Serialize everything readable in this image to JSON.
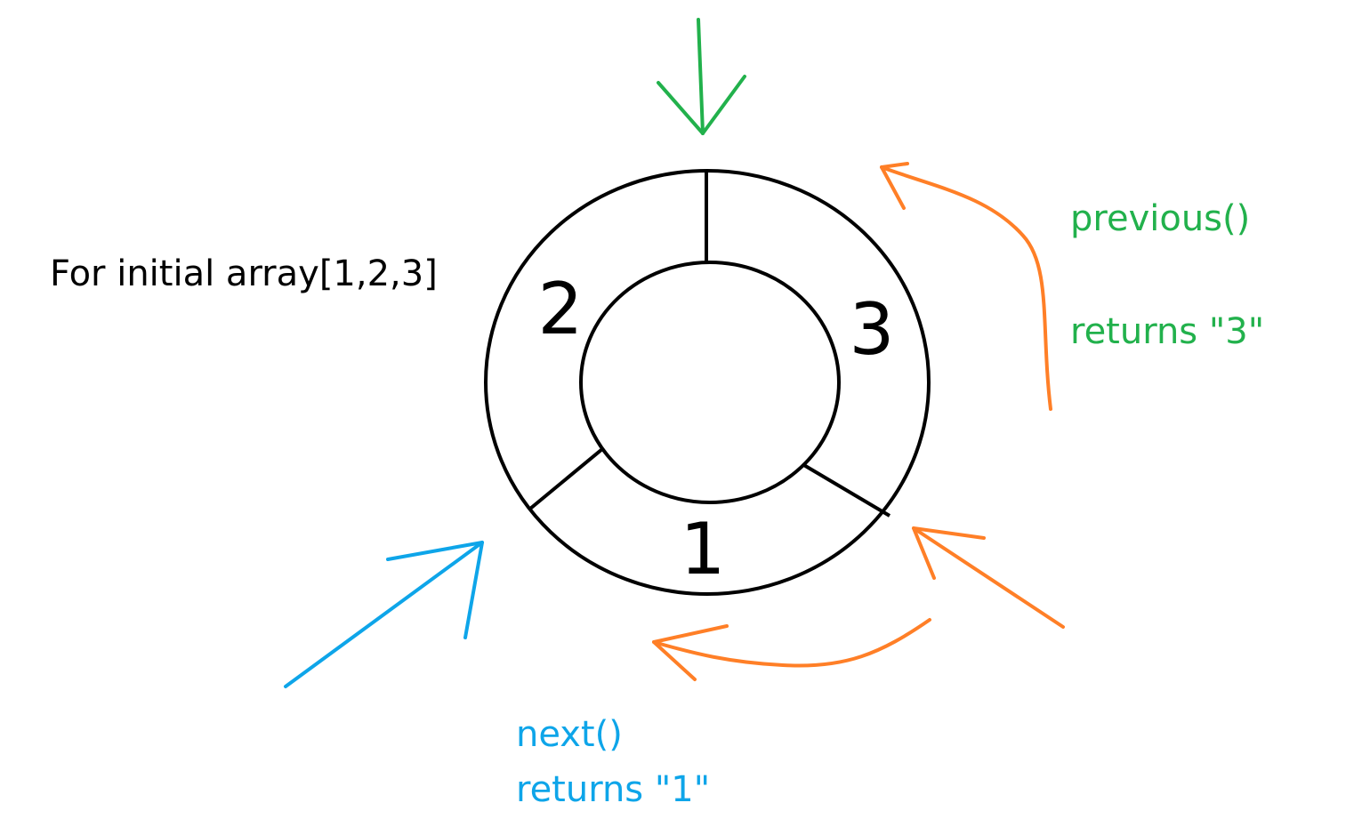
{
  "caption": "For initial array[1,2,3]",
  "segments": [
    {
      "label": "2"
    },
    {
      "label": "3"
    },
    {
      "label": "1"
    }
  ],
  "previous": {
    "call": "previous()",
    "result": "returns \"3\""
  },
  "next": {
    "call": "next()",
    "result": "returns \"1\""
  },
  "colors": {
    "ring": "#000000",
    "text": "#000000",
    "start_pointer": "#22b14c",
    "previous": "#22b14c",
    "traversal_arrows": "#ff7f27",
    "next": "#0ea5e9"
  }
}
